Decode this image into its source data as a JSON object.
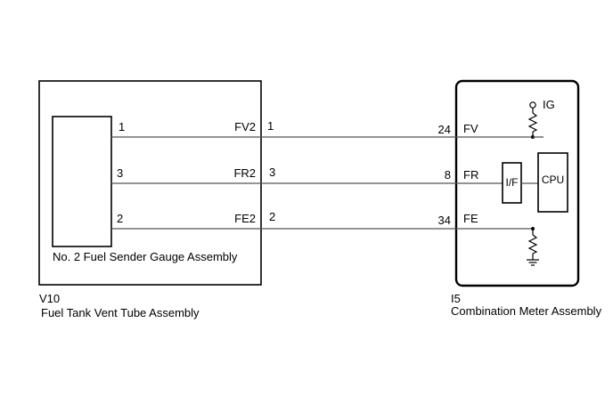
{
  "left_component": {
    "code": "V10",
    "name": "Fuel Tank Vent Tube Assembly",
    "inner_name": "No. 2 Fuel Sender Gauge Assembly"
  },
  "right_component": {
    "code": "I5",
    "name": "Combination Meter Assembly",
    "ig_label": "IG",
    "if_label": "I/F",
    "cpu_label": "CPU"
  },
  "wires": [
    {
      "inner_pin": "1",
      "terminal": "FV2",
      "conn_pin": "1",
      "meter_pin": "24",
      "meter_terminal": "FV"
    },
    {
      "inner_pin": "3",
      "terminal": "FR2",
      "conn_pin": "3",
      "meter_pin": "8",
      "meter_terminal": "FR"
    },
    {
      "inner_pin": "2",
      "terminal": "FE2",
      "conn_pin": "2",
      "meter_pin": "34",
      "meter_terminal": "FE"
    }
  ],
  "colors": {
    "line": "#000000",
    "wire": "#555555"
  }
}
